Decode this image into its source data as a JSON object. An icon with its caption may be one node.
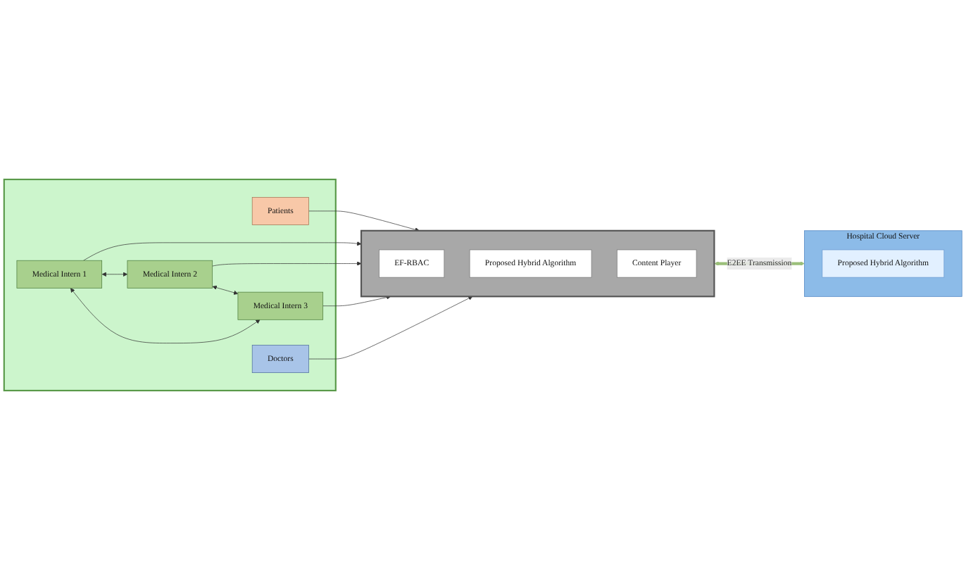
{
  "diagram": {
    "nodes": [
      {
        "text": [],
        "shape": "box"
      },
      {
        "text": [
          "Patients"
        ],
        "in": 0
      },
      {
        "text": [
          "Medical Intern 1"
        ],
        "in": 0
      },
      {
        "text": [
          "Medical Intern 2"
        ],
        "in": 0
      },
      {
        "text": [
          "Medical Intern 3"
        ],
        "in": 0
      },
      {
        "text": [
          "Doctors"
        ],
        "in": 0
      },
      {
        "text": [],
        "shape": "box"
      },
      {
        "text": [
          "EF-RBAC"
        ],
        "in": 6
      },
      {
        "text": [
          "Proposed Hybrid Algorithm"
        ],
        "in": 6
      },
      {
        "text": [
          "Content Player"
        ],
        "in": 6
      },
      {
        "text": [
          "Hospital Cloud Server"
        ]
      },
      {
        "text": [
          "Proposed Hybrid Algorithm"
        ],
        "in": 10
      }
    ],
    "edges": [
      {
        "from": 1,
        "to": 6,
        "arrow": "to"
      },
      {
        "from": 2,
        "to": 6,
        "arrow": "to"
      },
      {
        "from": 3,
        "to": 6,
        "arrow": "to"
      },
      {
        "from": 4,
        "to": 6,
        "arrow": "to"
      },
      {
        "from": 5,
        "to": 6,
        "arrow": "to"
      },
      {
        "from": 2,
        "to": 3,
        "arrow": "both"
      },
      {
        "from": 3,
        "to": 4,
        "arrow": "both"
      },
      {
        "from": 2,
        "to": 4,
        "arrow": "both"
      },
      {
        "from": 6,
        "to": 10,
        "arrow": "both",
        "label": "E2EE Transmission",
        "style": "thick",
        "color": "#9bbf7a"
      }
    ]
  }
}
